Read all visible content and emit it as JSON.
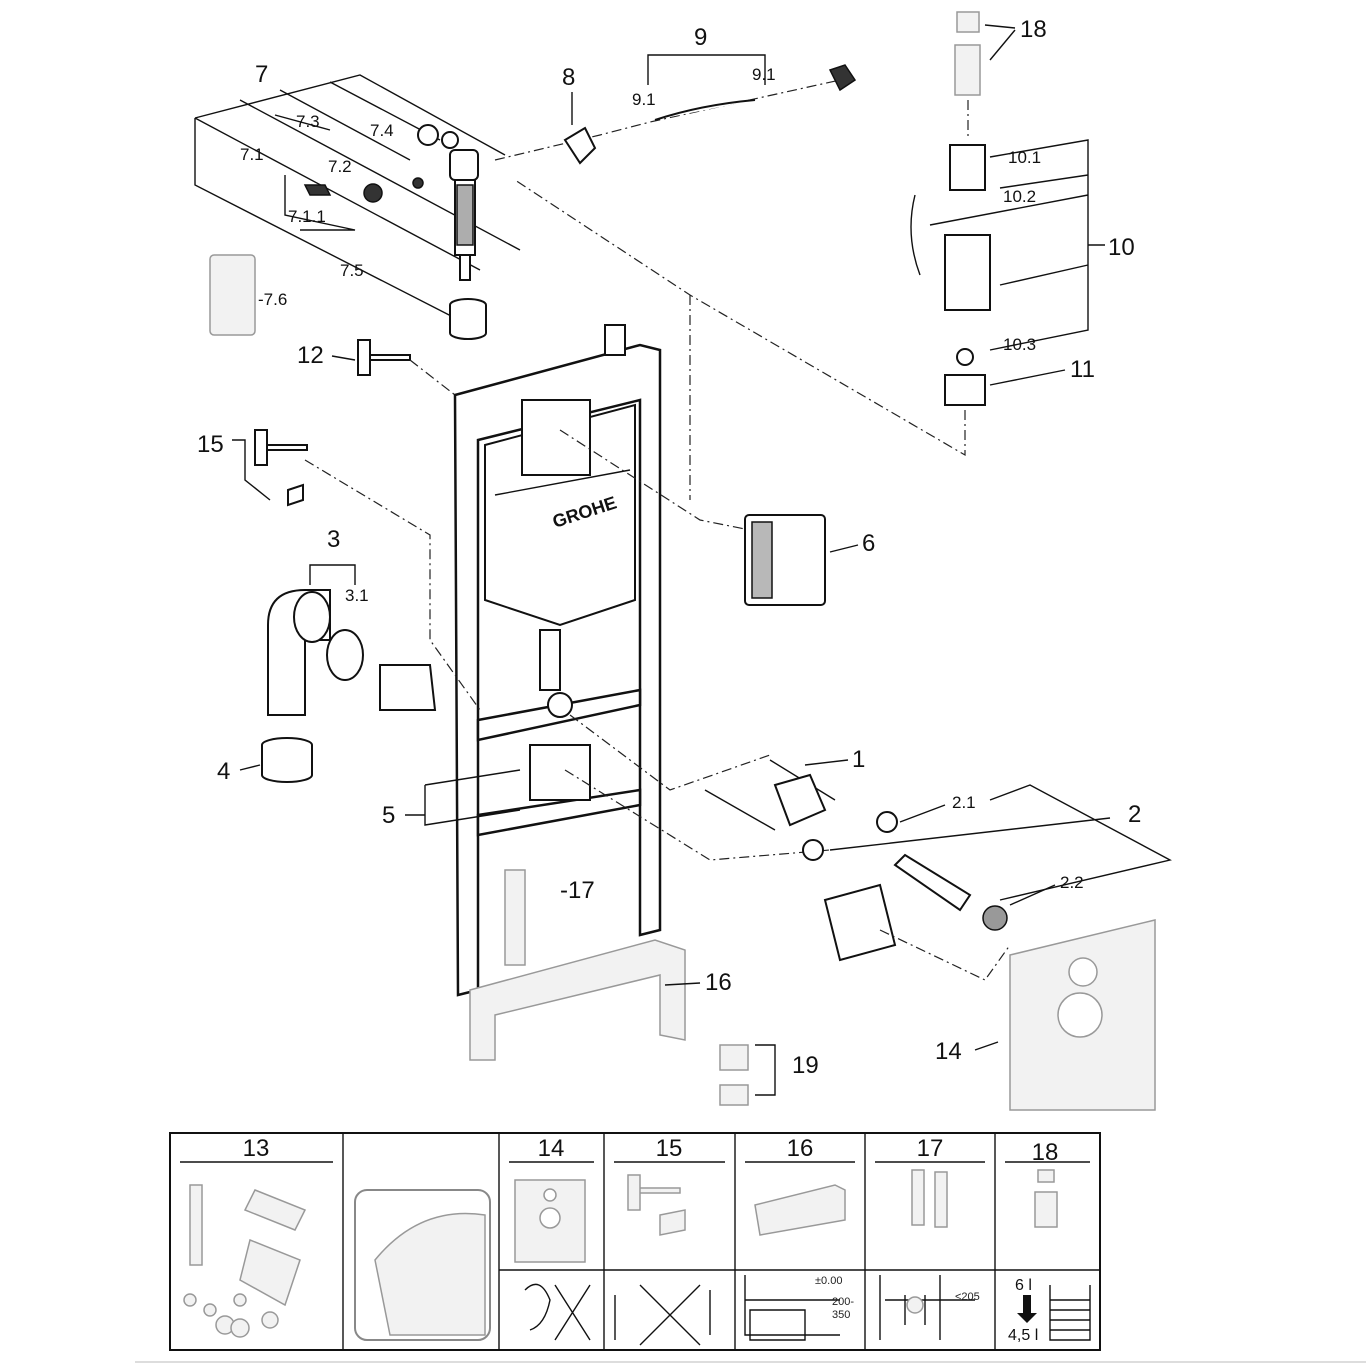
{
  "callouts": {
    "c1": "1",
    "c2": "2",
    "c2_1": "2.1",
    "c2_2": "2.2",
    "c3": "3",
    "c3_1": "3.1",
    "c4": "4",
    "c5": "5",
    "c6": "6",
    "c7": "7",
    "c7_1": "7.1",
    "c7_1_1": "7.1.1",
    "c7_2": "7.2",
    "c7_3": "7.3",
    "c7_4": "7.4",
    "c7_5": "7.5",
    "c7_6": "-7.6",
    "c8": "8",
    "c9": "9",
    "c9_1a": "9.1",
    "c9_1b": "9.1",
    "c10": "10",
    "c10_1": "10.1",
    "c10_2": "10.2",
    "c10_3": "10.3",
    "c11": "11",
    "c12": "12",
    "c14": "14",
    "c15": "15",
    "c16": "16",
    "c17": "-17",
    "c18": "18",
    "c19": "19"
  },
  "logo": "GROHE",
  "table": {
    "headers": [
      "13",
      "",
      "14",
      "15",
      "16",
      "17",
      "18"
    ],
    "dims": {
      "level": "±0.00",
      "range_top": "200-",
      "range_bottom": "350",
      "max_height": "<205",
      "flush_full": "6 l",
      "flush_reduced": "4,5 l"
    }
  }
}
